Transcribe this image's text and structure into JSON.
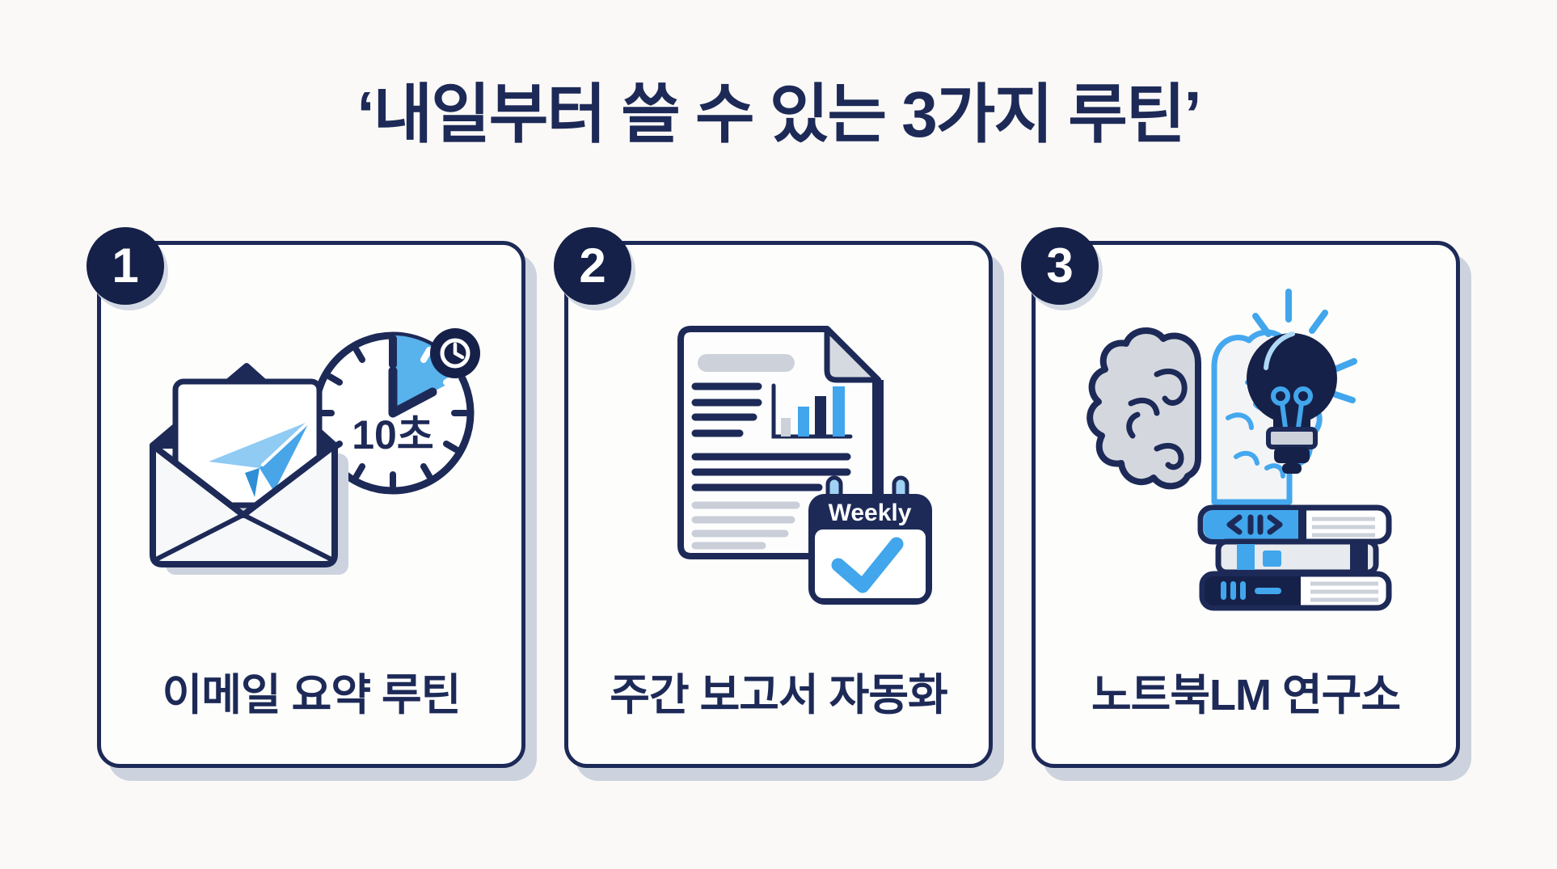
{
  "title": "‘내일부터 쓸 수 있는 3가지 루틴’",
  "colors": {
    "navy": "#1d2a57",
    "navy-deep": "#162149",
    "blue": "#41a6ec",
    "blue-soft": "#58b2ec",
    "blue-pale": "#9fd2f3",
    "gray": "#ccd1da",
    "gray-light": "#e9ebef",
    "shadow": "#ccd3de",
    "bg": "#faf9f7",
    "card-bg": "#fdfdfc"
  },
  "cards": [
    {
      "number": "1",
      "label": "이메일 요약 루틴",
      "icon": "email-with-timer",
      "timer_text": "10초"
    },
    {
      "number": "2",
      "label": "주간 보고서 자동화",
      "icon": "report-with-weekly-calendar",
      "calendar_text": "Weekly"
    },
    {
      "number": "3",
      "label": "노트북LM 연구소",
      "icon": "brain-bulb-books"
    }
  ]
}
